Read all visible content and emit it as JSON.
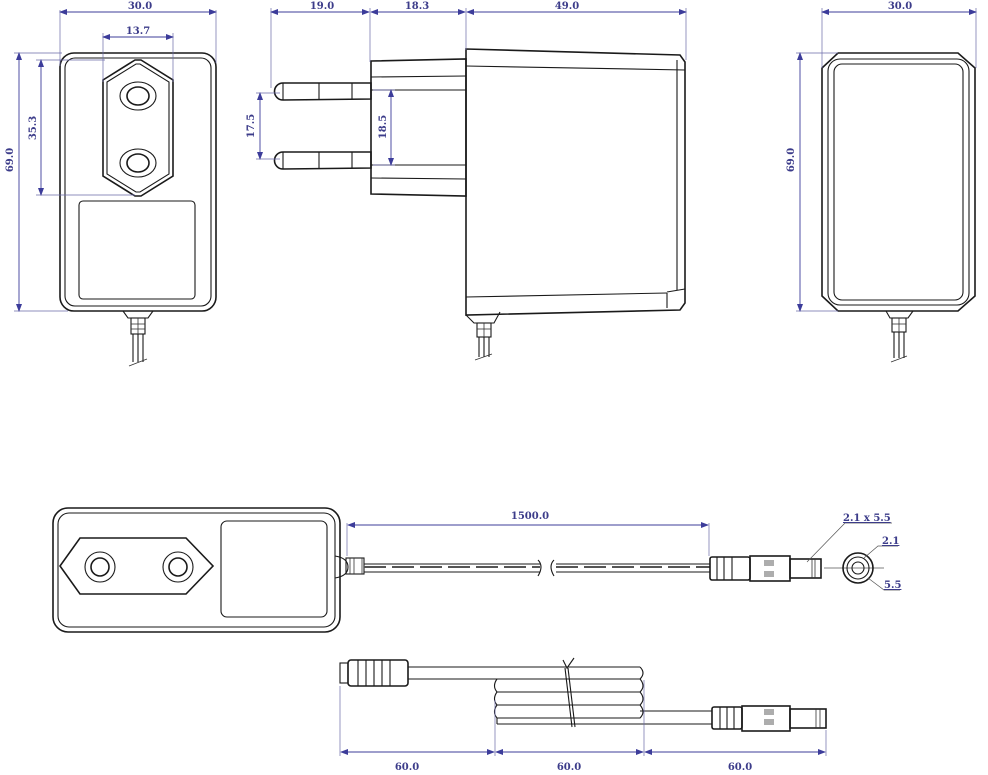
{
  "drawing": {
    "title": "EU plug power adapter dimensional drawing",
    "units": "mm",
    "colors": {
      "outline": "#1a1a1a",
      "dimension": "#3c3c9a",
      "background": "#ffffff"
    }
  },
  "front_view": {
    "width_label": "30.0",
    "pin_span_label": "13.7",
    "height_label": "69.0",
    "plug_height_label": "35.3"
  },
  "side_view": {
    "pin_length_label": "19.0",
    "plug_base_depth_label": "18.3",
    "body_depth_label": "49.0",
    "pin_spacing_label": "17.5",
    "plug_base_gap_label": "18.5"
  },
  "back_view": {
    "width_label": "30.0",
    "height_label": "69.0"
  },
  "cable_view": {
    "cable_length_label": "1500.0",
    "connector_label": "2.1 x 5.5",
    "inner_diameter_label": "2.1",
    "outer_diameter_label": "5.5"
  },
  "coiled_cable_view": {
    "segment_labels": [
      "60.0",
      "60.0",
      "60.0"
    ]
  }
}
